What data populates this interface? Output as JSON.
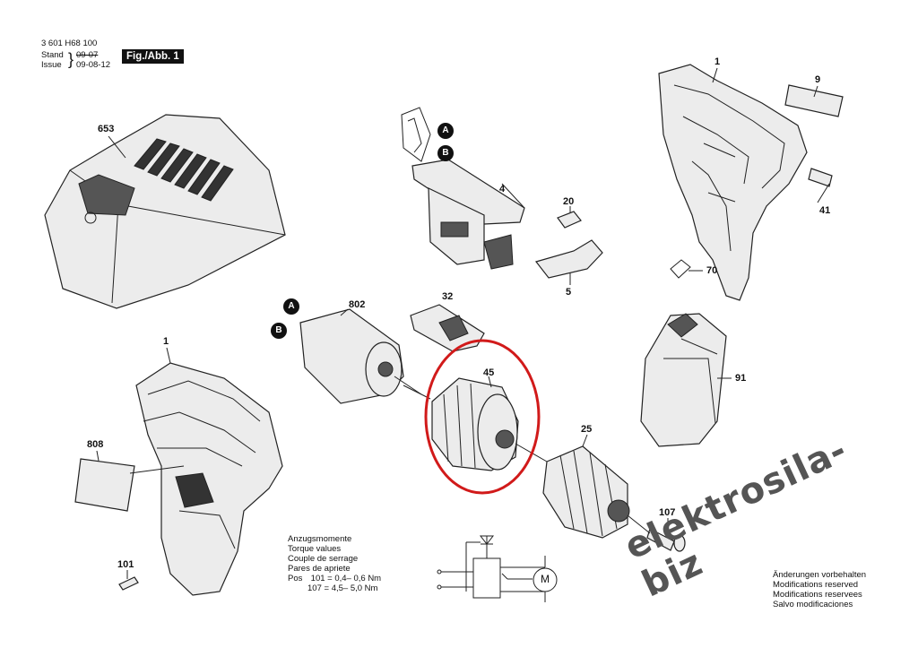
{
  "header": {
    "part_number": "3 601 H68 100",
    "stand_label": "Stand",
    "issue_label": "Issue",
    "stand_value": "09-07",
    "issue_value": "09-08-12",
    "figure": "Fig./Abb. 1"
  },
  "labels": {
    "charger": "653",
    "housing_top": "1",
    "housing_left": "1",
    "plate": "9",
    "rivet": "41",
    "spring_clip": "70",
    "switch": "4",
    "switch_slider": "20",
    "switch_cap": "5",
    "motor": "802",
    "cover": "32",
    "gearbox": "45",
    "chuck": "25",
    "battery": "91",
    "label": "808",
    "screw_housing": "101",
    "screw_chuck": "107"
  },
  "badges": {
    "a1": "A",
    "b1": "B",
    "a2": "A",
    "b2": "B"
  },
  "torque": {
    "lines": [
      "Anzugsmomente",
      "Torque values",
      "Couple de serrage",
      "Pares de apriete"
    ],
    "pos_label": "Pos",
    "rows": [
      {
        "pos": "101",
        "value": "0,4– 0,6 Nm"
      },
      {
        "pos": "107",
        "value": "4,5– 5,0 Nm"
      }
    ]
  },
  "schematic": {
    "motor_symbol": "M"
  },
  "modifications": [
    "Änderungen vorbehalten",
    "Modifications reserved",
    "Modifications reservees",
    "Salvo modificaciones"
  ],
  "watermark": "elektrosila-biz",
  "colors": {
    "highlight": "#d11a1a",
    "ink": "#111111",
    "watermark": "#555555"
  }
}
